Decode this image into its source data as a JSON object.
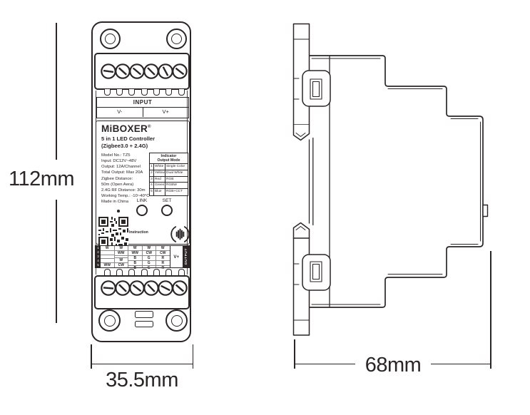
{
  "dimensions": {
    "height": "112mm",
    "width": "35.5mm",
    "depth": "68mm"
  },
  "front": {
    "input": {
      "title": "INPUT",
      "v_minus": "V-",
      "v_plus": "V+"
    },
    "brand": {
      "name": "MiBOXER",
      "reg": "®"
    },
    "product": {
      "line1": "5 in 1 LED Controller",
      "line2": "(Zigbee3.0 + 2.4G)"
    },
    "specs": [
      "Model No.: TZ5",
      "Input: DC12V~48V",
      "Output: 12A/Channel",
      "Total Output: Max 20A",
      "Zigbee Distance:",
      "50m (Open Aera)",
      "2.4G RF Distance: 30m",
      "Working Temp.: -10~40°C",
      "Made in China"
    ],
    "indicator": {
      "header_line1": "Indicator",
      "header_line2": "Output Mode",
      "rows": [
        {
          "num": "1",
          "color": "White",
          "mode": "Single Color"
        },
        {
          "num": "2",
          "color": "Yellow",
          "mode": "Dual White"
        },
        {
          "num": "3",
          "color": "Red",
          "mode": "RGB"
        },
        {
          "num": "4",
          "color": "Green",
          "mode": "RGBW"
        },
        {
          "num": "5",
          "color": "Blue",
          "mode": "RGB+CCT"
        }
      ]
    },
    "buttons": {
      "link": "LINK",
      "set": "SET"
    },
    "qr_caption": "Instruction",
    "output": {
      "row_numbers": [
        "1",
        "2",
        "3",
        "4",
        "5"
      ],
      "matrix": [
        [
          "W",
          "W",
          "W",
          "W",
          "W"
        ],
        [
          "",
          "WW",
          "WW",
          "CW",
          "CW"
        ],
        [
          "",
          "",
          "B",
          "G",
          "R"
        ],
        [
          "",
          "W",
          "B",
          "G",
          "R"
        ],
        [
          "WW",
          "CW",
          "B",
          "G",
          "R"
        ]
      ],
      "v_plus": "V+",
      "label": "OUTPUT"
    }
  },
  "colors": {
    "line": "#2b2526",
    "background": "#ffffff"
  }
}
